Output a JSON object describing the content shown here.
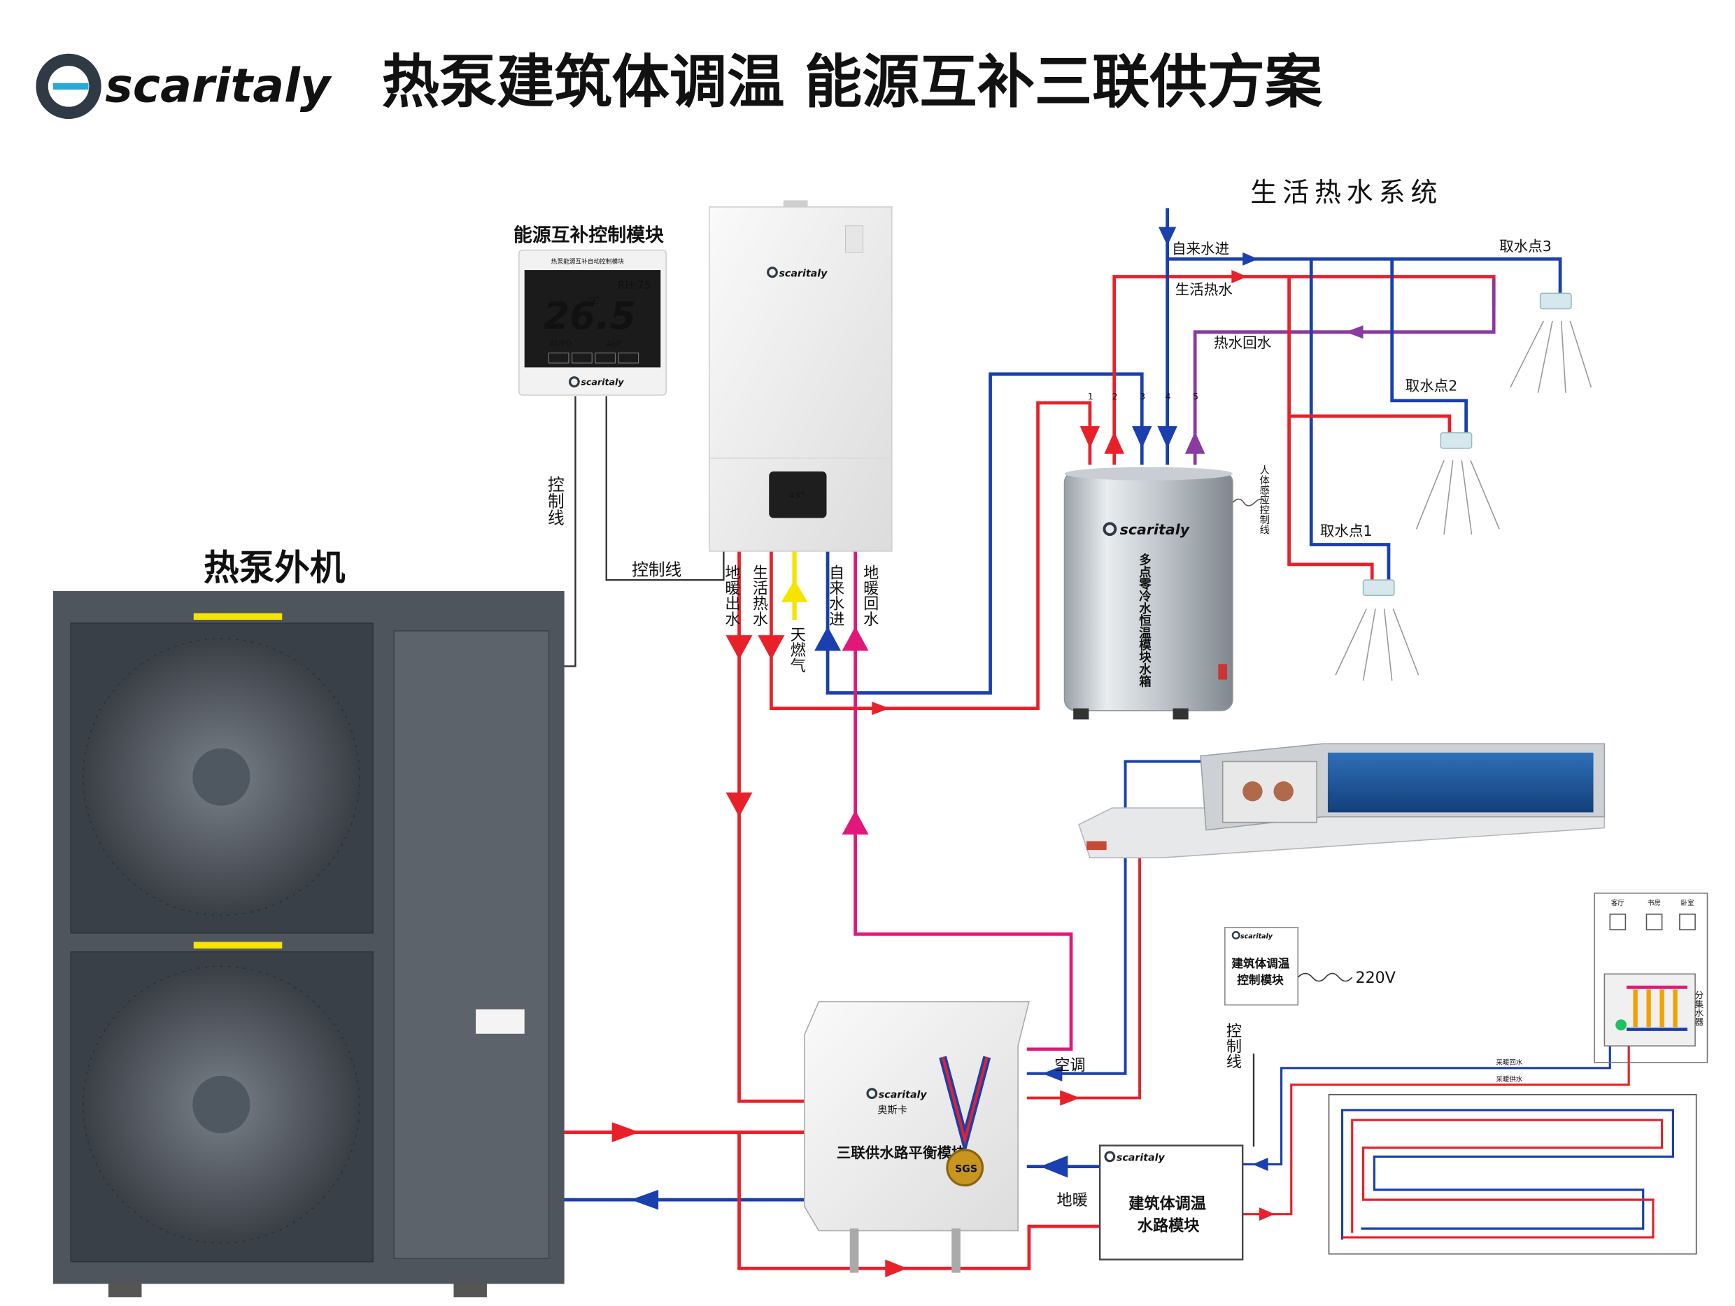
{
  "brand": {
    "logo_text": "scaritaly"
  },
  "title": "热泵建筑体调温 能源互补三联供方案",
  "colors": {
    "hot": "#e8202a",
    "cold": "#1a3fae",
    "return_hot": "#8a3aa0",
    "gas": "#f5e400",
    "floor_return": "#e0187a",
    "control": "#333333"
  },
  "control_module": {
    "heading": "能源互补控制模块",
    "panel_caption": "热泵能源互补自动控制模块",
    "display_temp": "26.5",
    "display_unit": "°C",
    "display_rh": "RH:75",
    "mode_left": "AUTO",
    "mode_right": "AHP",
    "logo": "scaritaly"
  },
  "boiler": {
    "logo": "scaritaly",
    "display": "43°"
  },
  "heat_pump": {
    "label": "热泵外机"
  },
  "wire_labels": {
    "vertical": "控制线",
    "horizontal": "控制线"
  },
  "boiler_ports": [
    {
      "label": "地暖出水"
    },
    {
      "label": "生活热水"
    },
    {
      "label": "天燃气"
    },
    {
      "label": "自来水进"
    },
    {
      "label": "地暖回水"
    }
  ],
  "hot_water_system": {
    "heading": "生活热水系统",
    "inlet": "自来水进",
    "hot": "生活热水",
    "return": "热水回水",
    "taps": [
      "取水点1",
      "取水点2",
      "取水点3"
    ]
  },
  "tank": {
    "logo": "scaritaly",
    "label": "多点零冷水恒温模块水箱",
    "sensor_label": "人体感应控制线",
    "ports": [
      "1",
      "2",
      "3",
      "4",
      "5"
    ]
  },
  "balance_module": {
    "logo": "scaritaly",
    "brand_cn": "奥斯卡",
    "label": "三联供水路平衡模块",
    "medal": "SGS"
  },
  "labels": {
    "aircon": "空调",
    "floor_heating": "地暖"
  },
  "building_control": {
    "logo": "scaritaly",
    "label": "建筑体调温控制模块",
    "power": "220V",
    "wire": "控制线"
  },
  "building_water": {
    "logo": "scaritaly",
    "label": "建筑体调温水路模块"
  },
  "manifold": {
    "label": "分集水器",
    "rooms": [
      "客厅",
      "书房",
      "卧室"
    ],
    "pipe_labels": [
      "采暖回水",
      "采暖供水"
    ]
  }
}
